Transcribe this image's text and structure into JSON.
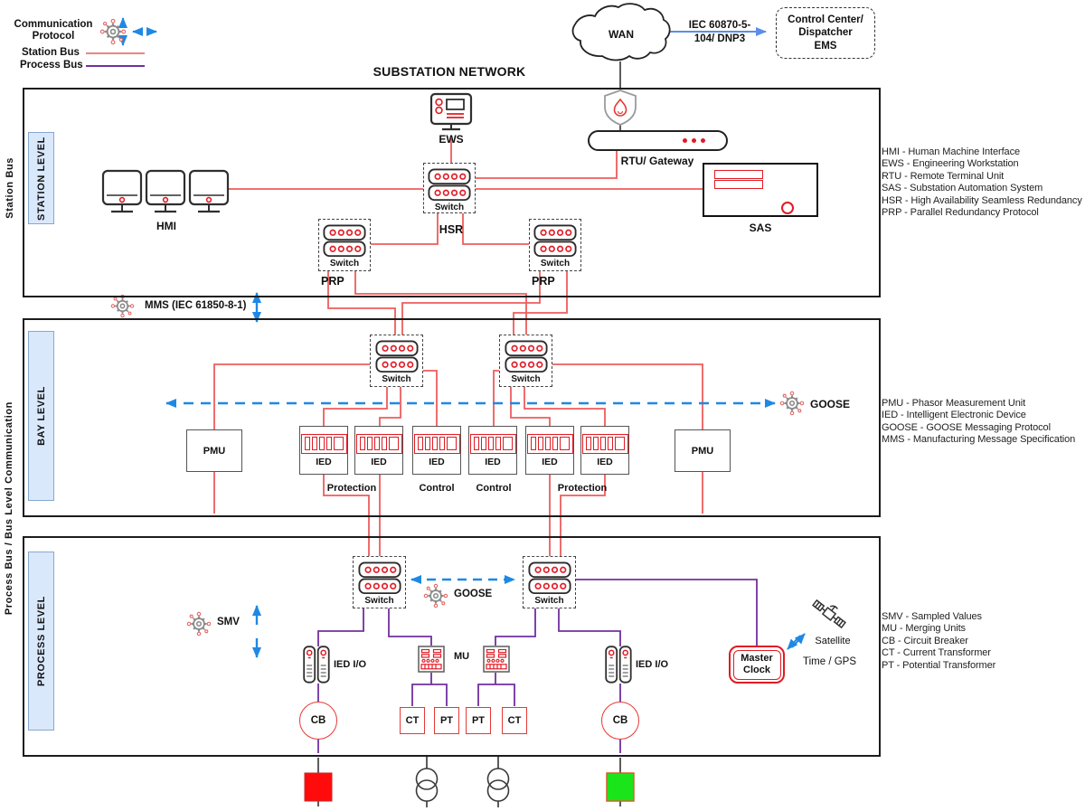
{
  "title": "SUBSTATION NETWORK",
  "legend": {
    "protocol_line1": "Communication",
    "protocol_line2": "Protocol",
    "station_bus": "Station Bus",
    "process_bus": "Process Bus"
  },
  "wan": {
    "label": "WAN",
    "link_line1": "IEC 60870-5-",
    "link_line2": "104/ DNP3"
  },
  "control_center": {
    "line1": "Control Center/",
    "line2": "Dispatcher",
    "line3": "EMS"
  },
  "switch_label": "Switch",
  "station": {
    "tag": "STATION LEVEL",
    "side_label": "Station Bus",
    "hmi": "HMI",
    "ews": "EWS",
    "rtu": "RTU/ Gateway",
    "sas": "SAS",
    "hsr": "HSR",
    "prp": "PRP"
  },
  "bay": {
    "tag": "BAY LEVEL",
    "mms": "MMS (IEC 61850-8-1)",
    "goose": "GOOSE",
    "pmu": "PMU",
    "ied": "IED",
    "protection": "Protection",
    "control": "Control"
  },
  "process": {
    "tag": "PROCESS LEVEL",
    "side_label": "Process Bus / Bus Level Communication",
    "goose": "GOOSE",
    "smv": "SMV",
    "ied_io": "IED I/O",
    "mu": "MU",
    "cb": "CB",
    "ct": "CT",
    "pt": "PT",
    "master_clock_line1": "Master",
    "master_clock_line2": "Clock",
    "satellite": "Satellite",
    "time_gps": "Time / GPS"
  },
  "glossary": {
    "station": [
      "HMI - Human Machine Interface",
      "EWS - Engineering Workstation",
      "RTU - Remote Terminal Unit",
      "SAS - Substation Automation System",
      "HSR - High Availability Seamless Redundancy",
      "PRP - Parallel Redundancy Protocol"
    ],
    "bay": [
      "PMU - Phasor Measurement Unit",
      "IED - Intelligent Electronic Device",
      "GOOSE - GOOSE Messaging Protocol",
      "MMS - Manufacturing Message Specification"
    ],
    "process": [
      "SMV - Sampled Values",
      "MU - Merging Units",
      "CB - Circuit Breaker",
      "CT - Current Transformer",
      "PT - Potential Transformer"
    ]
  },
  "colors": {
    "station_bus": "#ee5c5c",
    "process_bus": "#7030a0",
    "goose_blue": "#1e88e5",
    "wan_link_blue": "#5b8ee8",
    "device_red": "#e01b24",
    "level_tag_bg": "#dae8fc",
    "breaker_closed_red": "#ff0b0b",
    "breaker_open_green": "#1ae51a"
  }
}
